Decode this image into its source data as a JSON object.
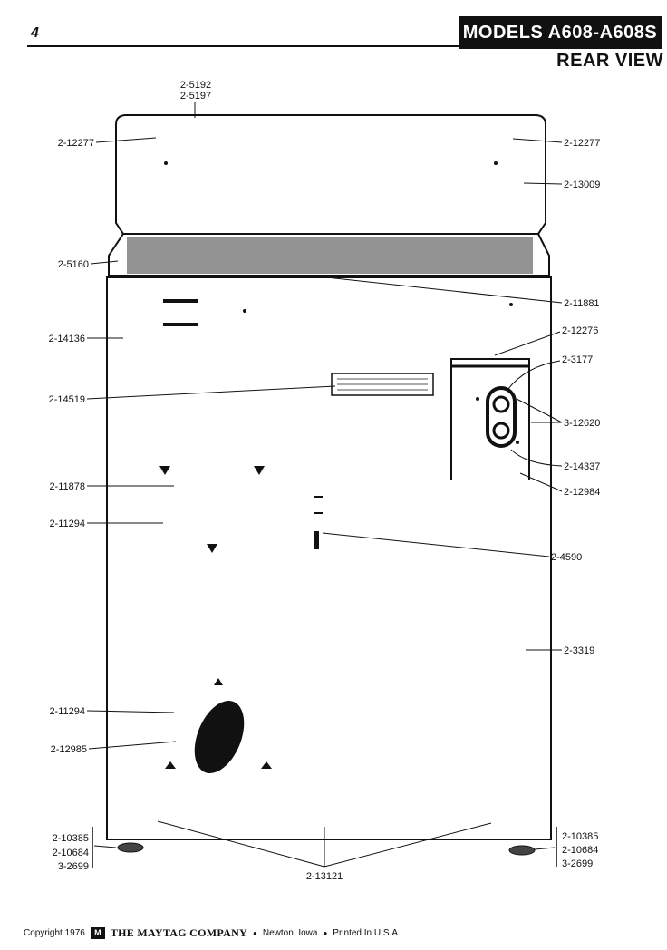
{
  "header": {
    "page_number": "4",
    "models": "MODELS  A608-A608S",
    "view_title": "REAR  VIEW"
  },
  "labels": {
    "top_a": "2-5192",
    "top_b": "2-5197",
    "l_12277": "2-12277",
    "r_12277": "2-12277",
    "r_13009": "2-13009",
    "l_5160": "2-5160",
    "r_11881": "2-11881",
    "l_14136": "2-14136",
    "r_12276": "2-12276",
    "r_3177": "2-3177",
    "l_14519": "2-14519",
    "r_12620": "3-12620",
    "r_14337": "2-14337",
    "l_11878": "2-11878",
    "r_12984": "2-12984",
    "l_11294a": "2-11294",
    "r_4590": "2-4590",
    "r_3319": "2-3319",
    "l_11294b": "2-11294",
    "l_12985": "2-12985",
    "l_foot_a": "2-10385",
    "l_foot_b": "2-10684",
    "l_foot_c": "3-2699",
    "r_foot_a": "2-10385",
    "r_foot_b": "2-10684",
    "r_foot_c": "3-2699",
    "bottom": "2-13121"
  },
  "footer": {
    "copyright": "Copyright 1976",
    "logo": "M",
    "company": "THE MAYTAG COMPANY",
    "city": "Newton, Iowa",
    "printed": "Printed In U.S.A."
  }
}
